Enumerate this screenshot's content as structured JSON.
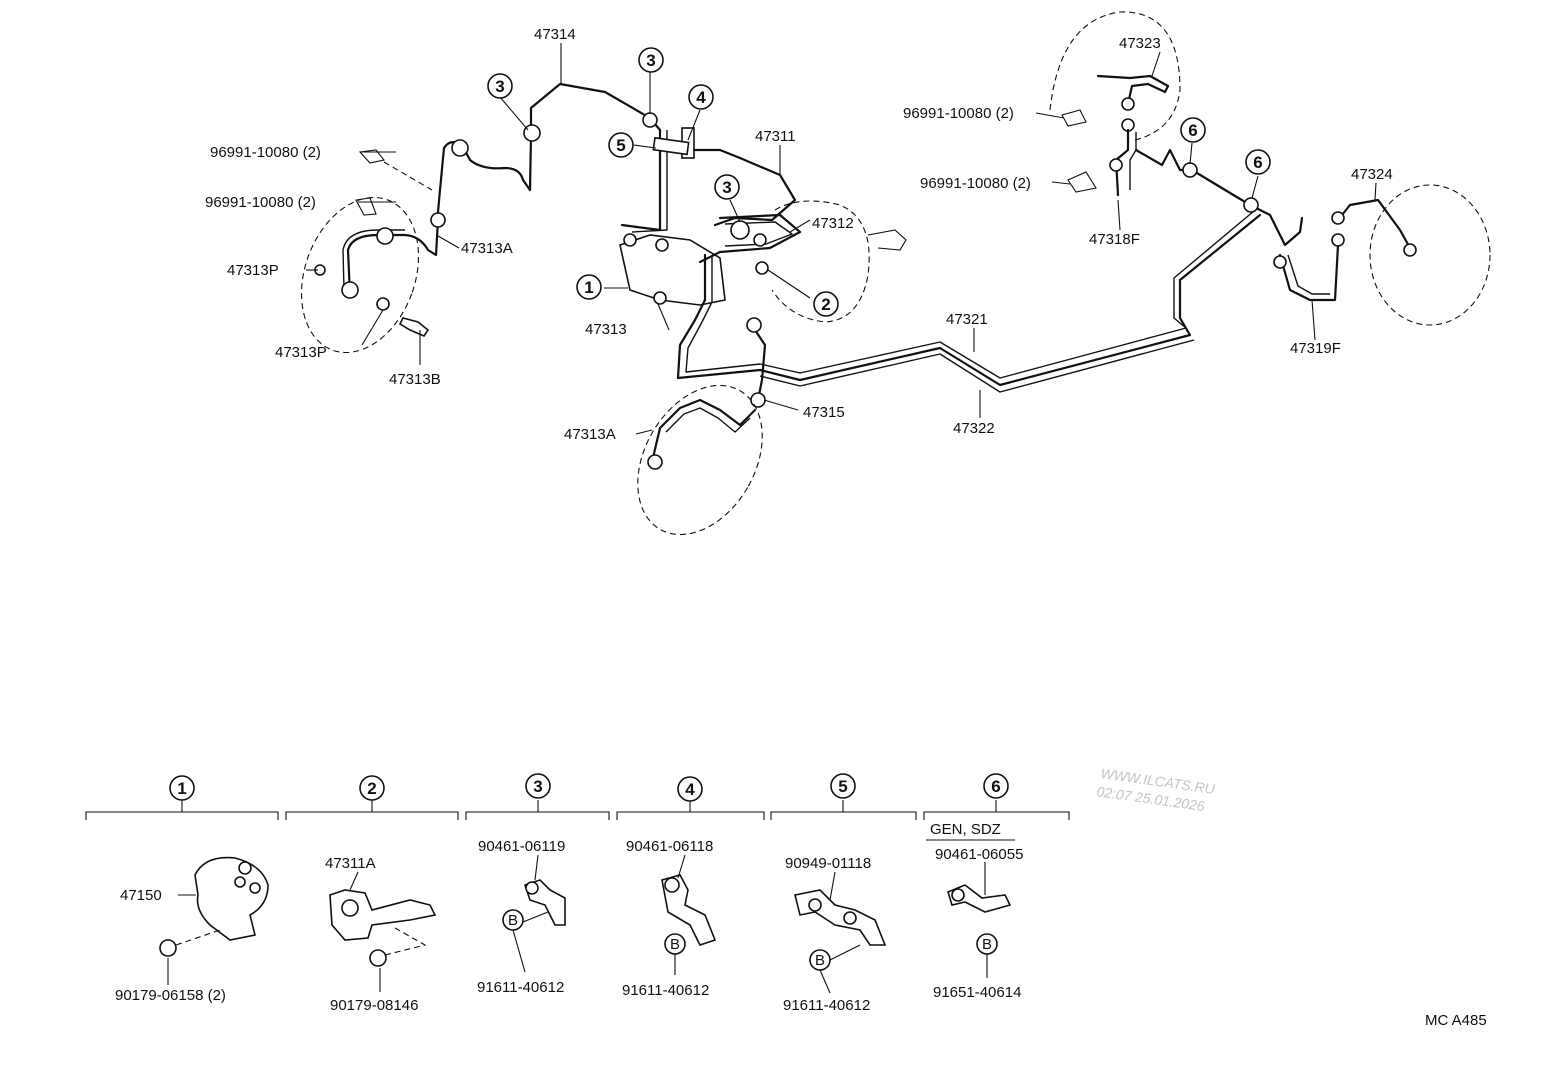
{
  "diagram": {
    "labels": {
      "p47314": "47314",
      "p47311": "47311",
      "p47312": "47312",
      "p47313": "47313",
      "p47313a_front": "47313A",
      "p47313a_rear": "47313A",
      "p47313p_1": "47313P",
      "p47313p_2": "47313P",
      "p47313b": "47313B",
      "p47315": "47315",
      "p47321": "47321",
      "p47322": "47322",
      "p47323": "47323",
      "p47318f": "47318F",
      "p47324": "47324",
      "p47319f": "47319F",
      "clip_left_1": "96991-10080 (2)",
      "clip_left_2": "96991-10080 (2)",
      "clip_right_1": "96991-10080 (2)",
      "clip_right_2": "96991-10080 (2)"
    },
    "callouts": [
      "1",
      "2",
      "3",
      "4",
      "5",
      "6"
    ],
    "legend": [
      {
        "num": "1",
        "parts": [
          "47150",
          "90179-06158 (2)"
        ]
      },
      {
        "num": "2",
        "parts": [
          "47311A",
          "90179-08146"
        ]
      },
      {
        "num": "3",
        "parts": [
          "90461-06119",
          "91611-40612"
        ],
        "bolt": "B"
      },
      {
        "num": "4",
        "parts": [
          "90461-06118",
          "91611-40612"
        ],
        "bolt": "B"
      },
      {
        "num": "5",
        "parts": [
          "90949-01118",
          "91611-40612"
        ],
        "bolt": "B"
      },
      {
        "num": "6",
        "note": "GEN, SDZ",
        "parts": [
          "90461-06055",
          "91651-40614"
        ],
        "bolt": "B"
      }
    ],
    "watermark": {
      "line1": "WWW.ILCATS.RU",
      "line2": "02:07 25.01.2026"
    },
    "code": "MC A485"
  }
}
